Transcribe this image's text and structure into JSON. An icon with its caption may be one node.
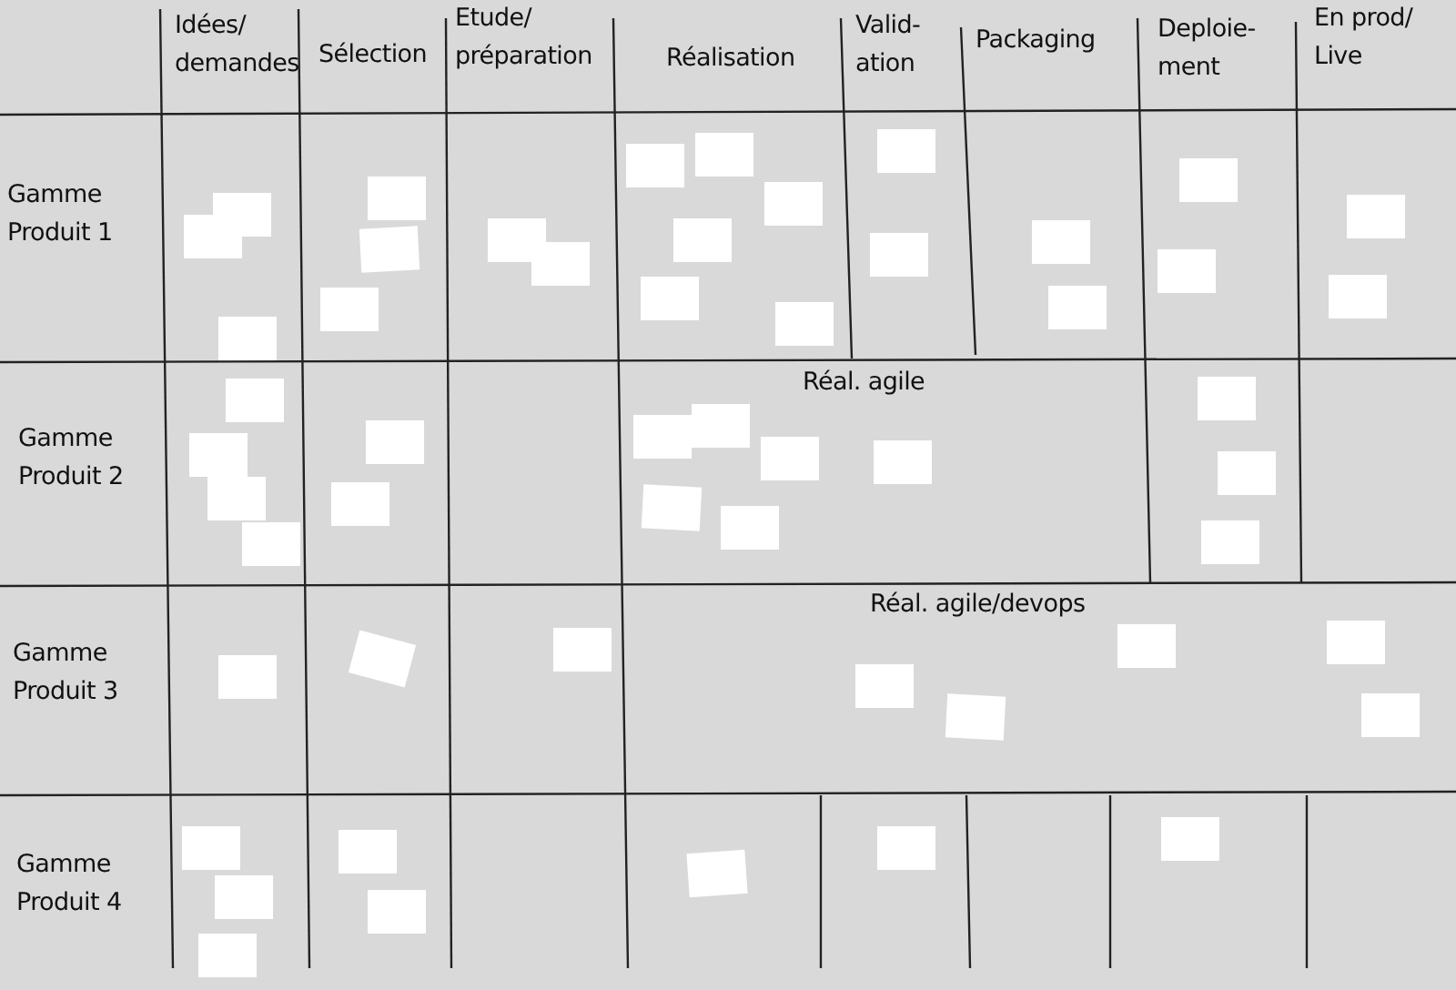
{
  "diagram": {
    "labels": [
      "Idées/ demandes",
      "Sélection",
      "Etude/ préparation",
      "Réalisation",
      "Valid- ation",
      "Packaging",
      "Deploie- ment",
      "En prod/ Live",
      "Gamme Produit 1",
      "Réal. agile",
      "Gamme Produit 2",
      "Réal. agile/devops",
      "Gamme Produit 3",
      "Gamme Produit 4"
    ]
  }
}
